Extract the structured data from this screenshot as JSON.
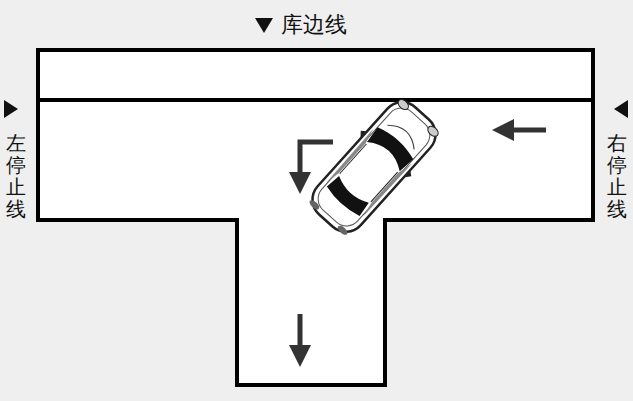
{
  "diagram": {
    "labels": [
      "库边线",
      "左停止线",
      "右停止线"
    ]
  }
}
